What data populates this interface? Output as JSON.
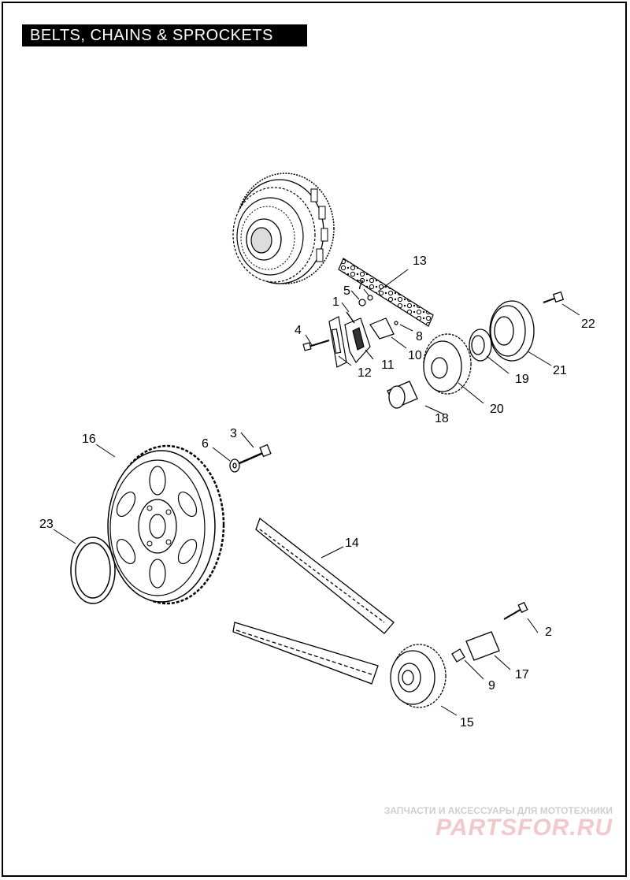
{
  "title": "BELTS, CHAINS & SPROCKETS",
  "callouts": {
    "c1": "1",
    "c2": "2",
    "c3": "3",
    "c4": "4",
    "c5": "5",
    "c6": "6",
    "c7": "7",
    "c8": "8",
    "c9": "9",
    "c10": "10",
    "c11": "11",
    "c12": "12",
    "c13": "13",
    "c14": "14",
    "c15": "15",
    "c16": "16",
    "c17": "17",
    "c18": "18",
    "c19": "19",
    "c20": "20",
    "c21": "21",
    "c22": "22",
    "c23": "23"
  },
  "watermark": {
    "caption": "ЗАПЧАСТИ И АКСЕССУАРЫ ДЛЯ МОТОТЕХНИКИ",
    "logo": "PARTSFOR.RU"
  },
  "colors": {
    "line": "#000000",
    "background": "#ffffff",
    "watermark_logo": "#f1c9cd",
    "watermark_caption": "#cfcfcf"
  }
}
